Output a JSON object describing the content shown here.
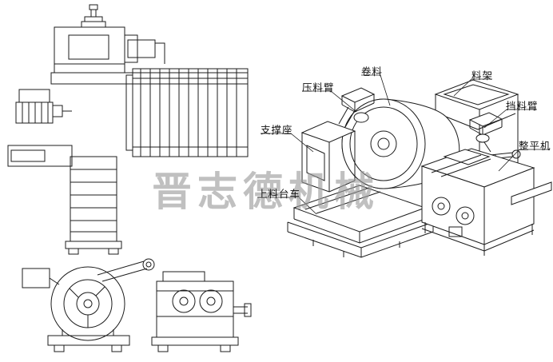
{
  "diagram": {
    "watermark": "晋志德机械",
    "labels": {
      "pressing_arm": "压料臂",
      "coil": "卷料",
      "rack": "料架",
      "stop_arm": "挡料臂",
      "support_base": "支撑座",
      "leveler": "整平机",
      "loading_cart": "上料台车"
    },
    "colors": {
      "line": "#1c1c1c",
      "watermark": "#9a9a9a",
      "background": "#ffffff"
    }
  }
}
